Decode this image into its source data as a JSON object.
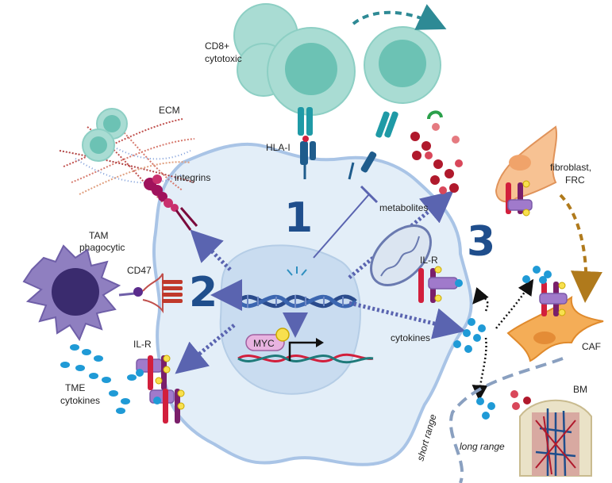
{
  "labels": {
    "cd8_line1": "CD8+",
    "cd8_line2": "cytotoxic",
    "ecm": "ECM",
    "integrins": "integrins",
    "hla": "HLA-I",
    "metabolites": "metabolites",
    "fibroblast_line1": "fibroblast,",
    "fibroblast_line2": "FRC",
    "tam_line1": "TAM",
    "tam_line2": "phagocytic",
    "cd47": "CD47",
    "ilr_left": "IL-R",
    "ilr_right": "IL-R",
    "tme_line1": "TME",
    "tme_line2": "cytokines",
    "myc": "MYC",
    "cytokines": "cytokines",
    "caf": "CAF",
    "short_range": "short range",
    "long_range": "long range",
    "bm": "BM"
  },
  "numbers": {
    "n1": "1",
    "n2": "2",
    "n3": "3"
  },
  "colors": {
    "tumor_fill": "#e3eef8",
    "tumor_edge": "#a9c4e6",
    "nucleus": "#c9dcf0",
    "tcell": "#a9dcd3",
    "tcell_core": "#6cc2b4",
    "arrow_blue": "#5a64b0",
    "number_blue": "#1f4e8c",
    "cytokine": "#1f9ad6",
    "metabolite": "#b0192c",
    "tam": "#8f7fc0",
    "caf": "#f4ad57"
  }
}
